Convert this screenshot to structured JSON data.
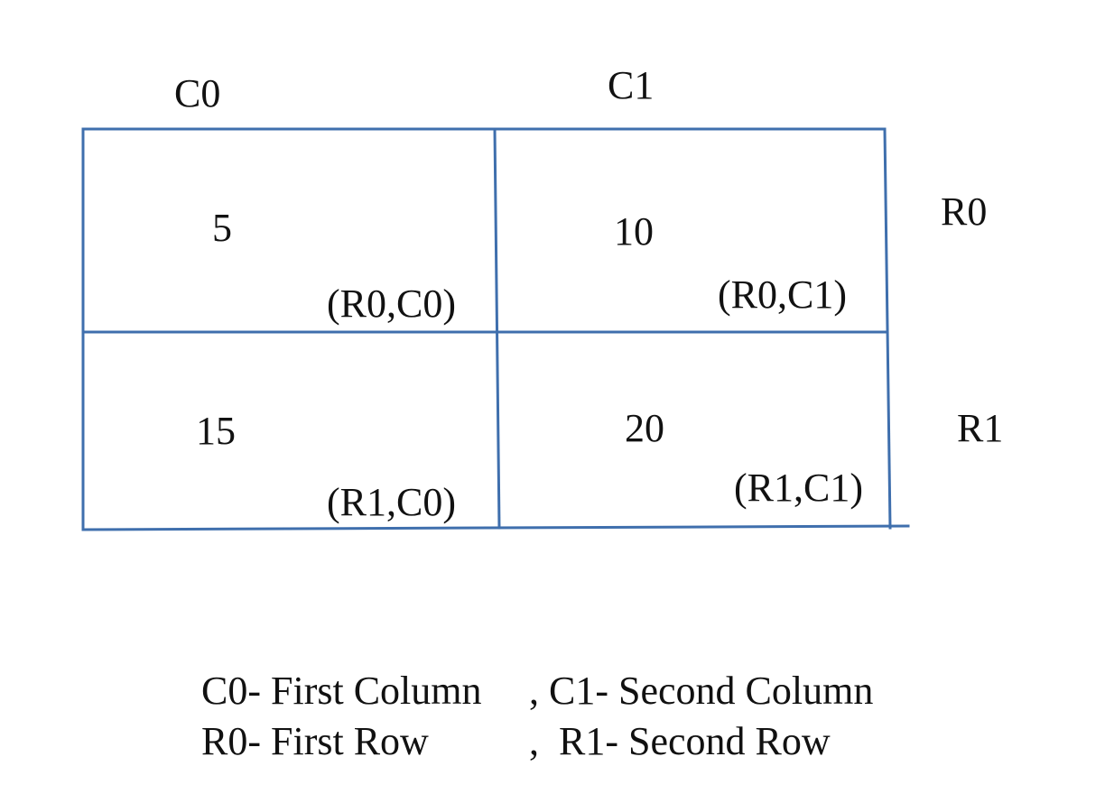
{
  "columns": [
    "C0",
    "C1"
  ],
  "rows": [
    "R0",
    "R1"
  ],
  "cells": [
    [
      {
        "value": "5",
        "coord": "(R0,C0)"
      },
      {
        "value": "10",
        "coord": "(R0,C1)"
      }
    ],
    [
      {
        "value": "15",
        "coord": "(R1,C0)"
      },
      {
        "value": "20",
        "coord": "(R1,C1)"
      }
    ]
  ],
  "legend": {
    "line1_a": "C0- First Column",
    "line1_b": ", C1- Second Column",
    "line2_a": "R0- First Row",
    "line2_b": ",  R1- Second Row"
  },
  "colors": {
    "grid_line": "#3f6fad",
    "text": "#111111"
  }
}
